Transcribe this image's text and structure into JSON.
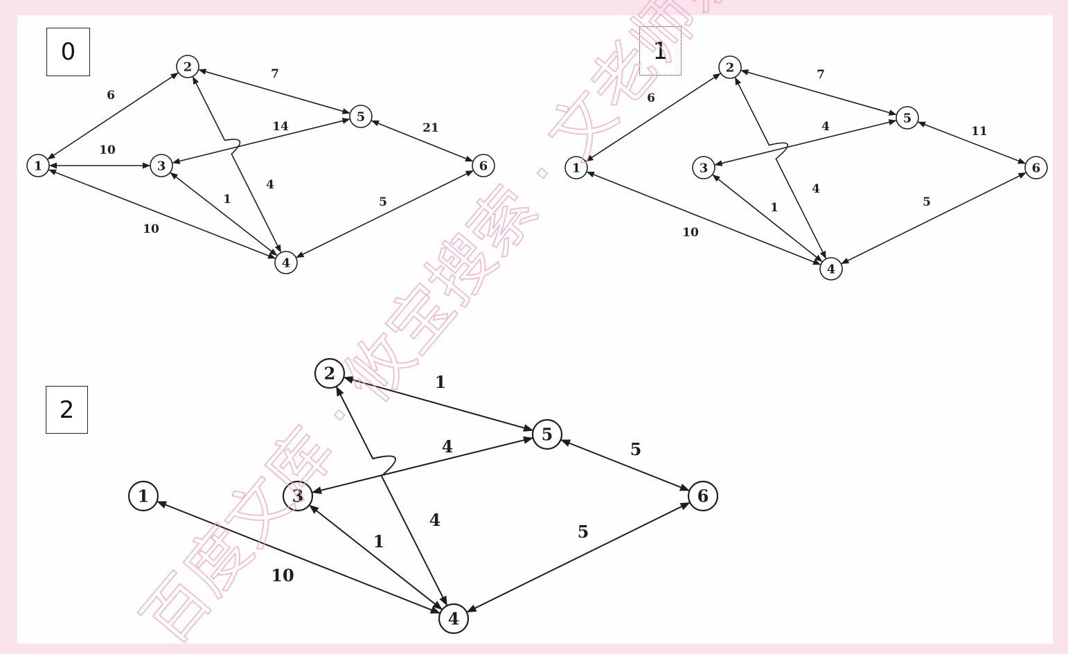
{
  "steps": [
    "0",
    "1",
    "2"
  ],
  "graphs": [
    {
      "edges": [
        {
          "from": "1",
          "to": "2",
          "weight": "6"
        },
        {
          "from": "1",
          "to": "3",
          "weight": "10"
        },
        {
          "from": "1",
          "to": "4",
          "weight": "10"
        },
        {
          "from": "2",
          "to": "5",
          "weight": "7"
        },
        {
          "from": "3",
          "to": "5",
          "weight": "14"
        },
        {
          "from": "4",
          "to": "3",
          "weight": "1"
        },
        {
          "from": "4",
          "to": "2",
          "weight": "4"
        },
        {
          "from": "5",
          "to": "6",
          "weight": "21"
        },
        {
          "from": "4",
          "to": "6",
          "weight": "5"
        }
      ]
    },
    {
      "edges": [
        {
          "from": "1",
          "to": "2",
          "weight": "6"
        },
        {
          "from": "1",
          "to": "4",
          "weight": "10"
        },
        {
          "from": "2",
          "to": "5",
          "weight": "7"
        },
        {
          "from": "3",
          "to": "5",
          "weight": "4"
        },
        {
          "from": "4",
          "to": "3",
          "weight": "1"
        },
        {
          "from": "4",
          "to": "2",
          "weight": "4"
        },
        {
          "from": "5",
          "to": "6",
          "weight": "11"
        },
        {
          "from": "4",
          "to": "6",
          "weight": "5"
        }
      ]
    },
    {
      "edges": [
        {
          "from": "1",
          "to": "4",
          "weight": "10"
        },
        {
          "from": "2",
          "to": "5",
          "weight": "1"
        },
        {
          "from": "3",
          "to": "5",
          "weight": "4"
        },
        {
          "from": "4",
          "to": "3",
          "weight": "1"
        },
        {
          "from": "4",
          "to": "2",
          "weight": "4"
        },
        {
          "from": "5",
          "to": "6",
          "weight": "5"
        },
        {
          "from": "4",
          "to": "6",
          "weight": "5"
        }
      ]
    }
  ],
  "watermark": "百度文库 · 攸宝搜索 · 文老师系统架构",
  "colors": {
    "ink": "#1e1e1e",
    "watermark": "#f2a8c2",
    "border": "#fbe3ee"
  }
}
